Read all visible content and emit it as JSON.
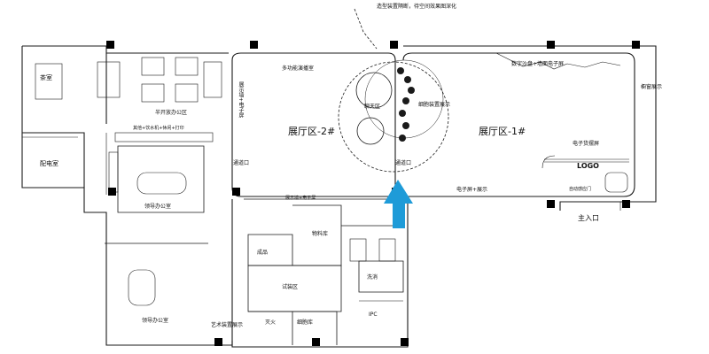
{
  "annotation_top": "造型装置隔断，待空间效果图深化",
  "rooms": {
    "tea_room": "茶室",
    "open_office": "半开放办公区",
    "distribution_room": "配电室",
    "printer_area": "其他+饮水机+休闲+打印",
    "leader_office_1": "领导办公室",
    "leader_office_2": "领导办公室",
    "multimedia_room": "多功能演播室",
    "hall_2": "展厅区-2#",
    "hall_1": "展厅区-1#",
    "chat_area": "聊天区",
    "details_display": "细胞装置展示",
    "digital_sandtable": "数字沙盘+墙面电子屏",
    "window_display": "橱窗展示",
    "e_shelf": "电子货摆屏",
    "logo": "LOGO",
    "auto_door": "自动感应门",
    "main_entrance": "主入口",
    "passage_left": "通道口",
    "passage_right": "通道口",
    "display_wall_screen": "展示墙+电子屏",
    "e_screen_display": "电子屏+展示",
    "storage": "物料库",
    "finished": "成品",
    "fitting": "试装区",
    "wash": "洗消",
    "ipc": "IPC",
    "art_display": "艺术装置展示",
    "fire": "灭火",
    "cell_library": "细胞库",
    "vertical_screen": "展示墙+电子屏"
  },
  "colors": {
    "line": "#1a1a1a",
    "column": "#000000",
    "arrow": "#1e9bd8"
  }
}
